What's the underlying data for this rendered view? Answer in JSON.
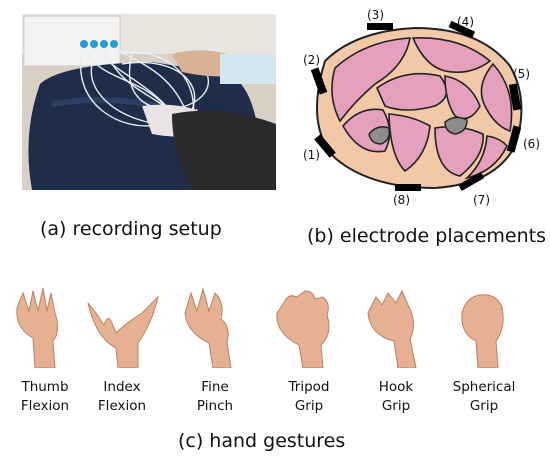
{
  "panels": {
    "recording": {
      "caption": "(a) recording setup",
      "icon": "recording-photo"
    },
    "electrodes": {
      "caption": "(b) electrode placements",
      "labels": [
        "(1)",
        "(2)",
        "(3)",
        "(4)",
        "(5)",
        "(6)",
        "(7)",
        "(8)"
      ]
    },
    "gestures": {
      "caption": "(c) hand gestures",
      "items": [
        {
          "line1": "Thumb",
          "line2": "Flexion"
        },
        {
          "line1": "Index",
          "line2": "Flexion"
        },
        {
          "line1": "Fine",
          "line2": "Pinch"
        },
        {
          "line1": "Tripod",
          "line2": "Grip"
        },
        {
          "line1": "Hook",
          "line2": "Grip"
        },
        {
          "line1": "Spherical",
          "line2": "Grip"
        }
      ]
    }
  },
  "colors": {
    "muscle": "#e5a0bd",
    "skin": "#f2c9a8",
    "bone": "#8c8c8c",
    "electrode": "#000000",
    "hand": "#e6b093",
    "cushion": "#1f2c4a"
  }
}
